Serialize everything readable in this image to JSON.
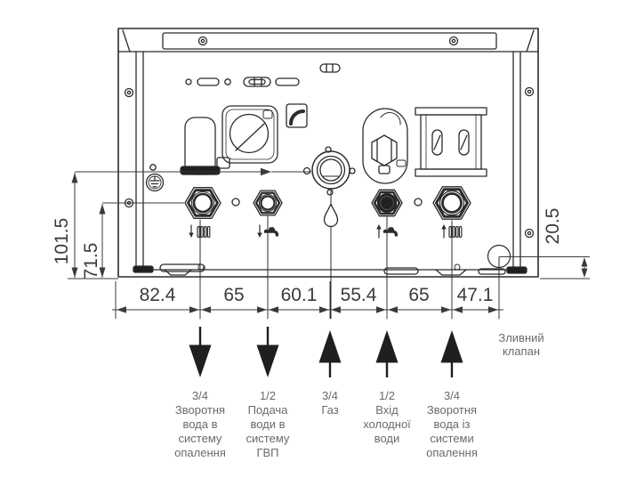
{
  "diagram": {
    "type": "boiler-bottom-connections-drawing",
    "dimensions": {
      "vertical_left": [
        "101.5",
        "71.5"
      ],
      "vertical_right": [
        "20.5"
      ],
      "bottom_row": [
        "82.4",
        "65",
        "60.1",
        "55.4",
        "65",
        "47.1"
      ]
    },
    "connections": [
      {
        "direction": "down",
        "pipe_icon": "radiator-icon",
        "label": "3/4\nЗворотня\nвода в\nсистему\nопалення"
      },
      {
        "direction": "down",
        "pipe_icon": "tap-icon",
        "label": "1/2\nПодача\nводи в\nсистему\nГВП"
      },
      {
        "direction": "up",
        "pipe_icon": "flame-icon",
        "label": "3/4\nГаз"
      },
      {
        "direction": "up",
        "pipe_icon": "tap-icon",
        "label": "1/2\nВхід\nхолодної\nводи"
      },
      {
        "direction": "up",
        "pipe_icon": "radiator-icon",
        "label": "3/4\nЗворотня\nвода із\nсистеми\nопалення"
      }
    ],
    "annotations": {
      "drain_valve": "Зливний\nклапан"
    },
    "colors": {
      "line": "#2b2b2b",
      "dim_line": "#3a3a3a",
      "dim_text": "#3b3b3b",
      "label_text": "#6a6a6a",
      "background": "#ffffff"
    }
  }
}
